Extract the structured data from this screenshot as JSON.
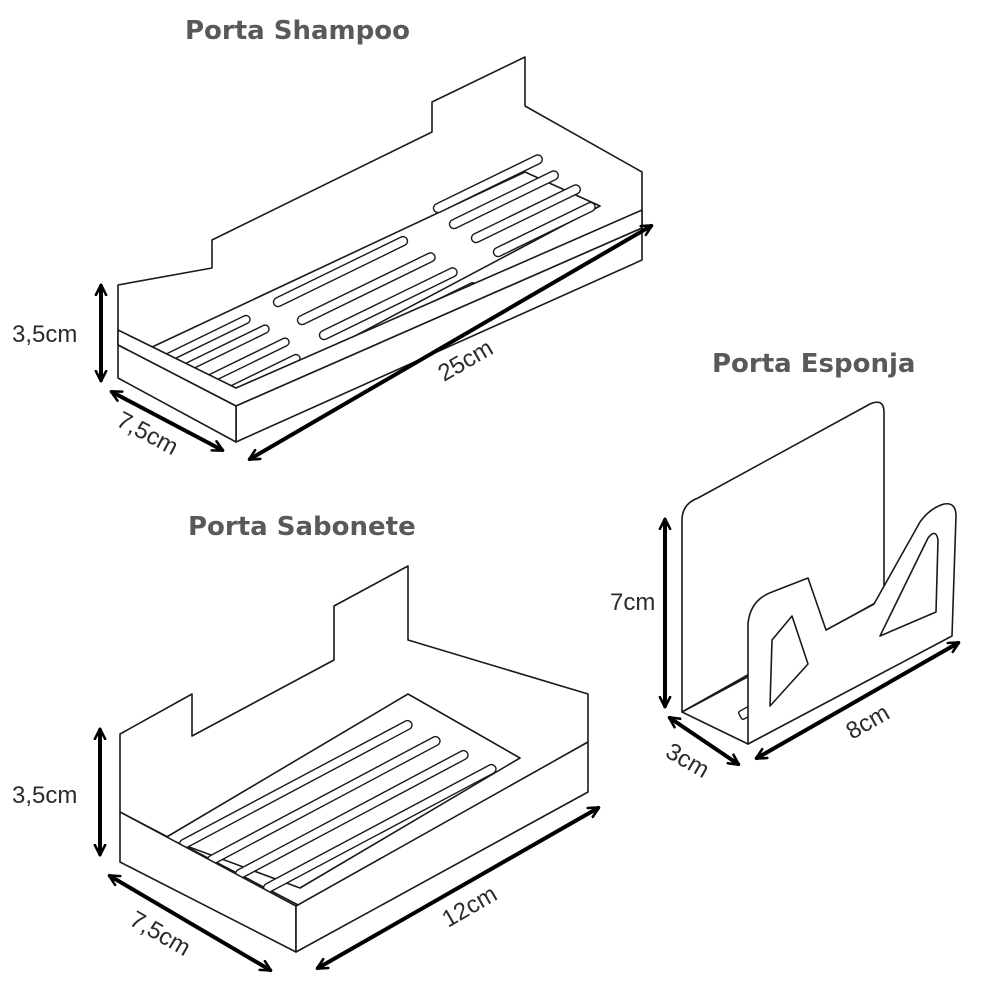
{
  "products": {
    "shampoo": {
      "title": "Porta Shampoo",
      "height_label": "3,5cm",
      "depth_label": "7,5cm",
      "length_label": "25cm"
    },
    "esponja": {
      "title": "Porta Esponja",
      "height_label": "7cm",
      "depth_label": "3cm",
      "length_label": "8cm"
    },
    "sabonete": {
      "title": "Porta Sabonete",
      "height_label": "3,5cm",
      "depth_label": "7,5cm",
      "length_label": "12cm"
    }
  },
  "colors": {
    "title": "#595959",
    "line": "#1a1a1a",
    "arrow": "#000000"
  }
}
